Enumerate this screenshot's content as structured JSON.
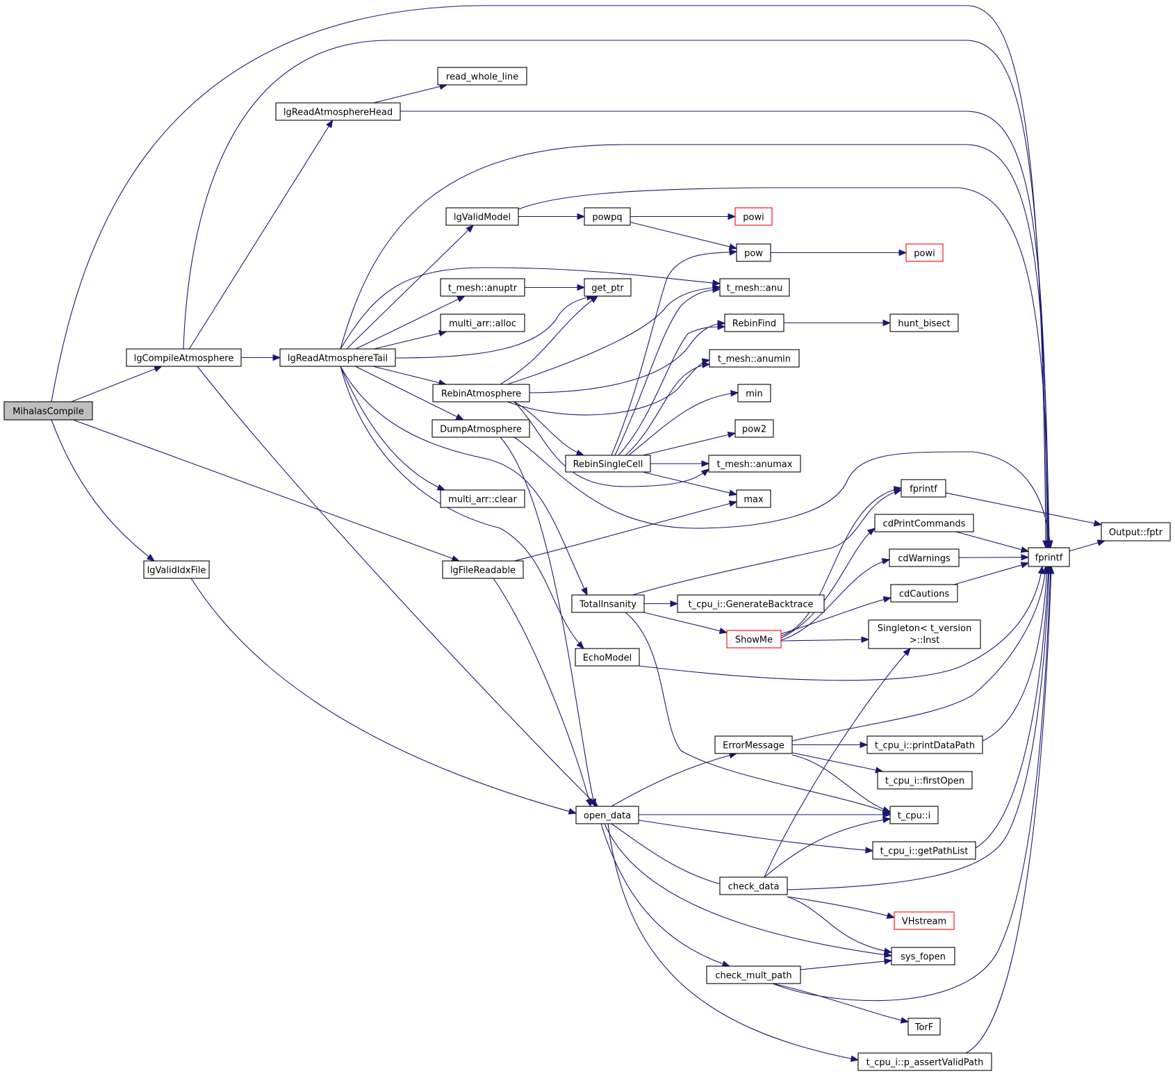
{
  "diagram": {
    "type": "call-graph",
    "root": "MihalasCompile",
    "colors": {
      "edge": "#191970",
      "root_fill": "#bfbfbf",
      "node_border": "#000000",
      "truncated_border": "#ff0000"
    },
    "nodes": [
      {
        "id": "MihalasCompile",
        "label": "MihalasCompile",
        "style": "root"
      },
      {
        "id": "lgCompileAtmosphere",
        "label": "lgCompileAtmosphere"
      },
      {
        "id": "lgReadAtmosphereHead",
        "label": "lgReadAtmosphereHead"
      },
      {
        "id": "read_whole_line",
        "label": "read_whole_line"
      },
      {
        "id": "lgReadAtmosphereTail",
        "label": "lgReadAtmosphereTail"
      },
      {
        "id": "lgValidModel",
        "label": "lgValidModel"
      },
      {
        "id": "powpq",
        "label": "powpq"
      },
      {
        "id": "powi1",
        "label": "powi",
        "style": "truncated"
      },
      {
        "id": "pow",
        "label": "pow"
      },
      {
        "id": "powi2",
        "label": "powi",
        "style": "truncated"
      },
      {
        "id": "anuptr",
        "label": "t_mesh::anuptr"
      },
      {
        "id": "get_ptr",
        "label": "get_ptr"
      },
      {
        "id": "anu",
        "label": "t_mesh::anu"
      },
      {
        "id": "alloc",
        "label": "multi_arr::alloc"
      },
      {
        "id": "RebinFind",
        "label": "RebinFind"
      },
      {
        "id": "hunt_bisect",
        "label": "hunt_bisect"
      },
      {
        "id": "anumin",
        "label": "t_mesh::anumin"
      },
      {
        "id": "RebinAtmosphere",
        "label": "RebinAtmosphere"
      },
      {
        "id": "min",
        "label": "min"
      },
      {
        "id": "DumpAtmosphere",
        "label": "DumpAtmosphere"
      },
      {
        "id": "pow2",
        "label": "pow2"
      },
      {
        "id": "RebinSingleCell",
        "label": "RebinSingleCell"
      },
      {
        "id": "anumax",
        "label": "t_mesh::anumax"
      },
      {
        "id": "max",
        "label": "max"
      },
      {
        "id": "clear",
        "label": "multi_arr::clear"
      },
      {
        "id": "fprintf2",
        "label": "fprintf"
      },
      {
        "id": "cdPrintCommands",
        "label": "cdPrintCommands"
      },
      {
        "id": "cdWarnings",
        "label": "cdWarnings"
      },
      {
        "id": "fprintf",
        "label": "fprintf"
      },
      {
        "id": "fptr",
        "label": "Output::fptr"
      },
      {
        "id": "lgValidIdxFile",
        "label": "lgValidIdxFile"
      },
      {
        "id": "lgFileReadable",
        "label": "lgFileReadable"
      },
      {
        "id": "TotalInsanity",
        "label": "TotalInsanity"
      },
      {
        "id": "GenerateBacktrace",
        "label": "t_cpu_i::GenerateBacktrace"
      },
      {
        "id": "cdCautions",
        "label": "cdCautions"
      },
      {
        "id": "ShowMe",
        "label": "ShowMe",
        "style": "truncated"
      },
      {
        "id": "Singleton",
        "label": "Singleton< t_version",
        "label2": ">::Inst"
      },
      {
        "id": "EchoModel",
        "label": "EchoModel"
      },
      {
        "id": "ErrorMessage",
        "label": "ErrorMessage"
      },
      {
        "id": "printDataPath",
        "label": "t_cpu_i::printDataPath"
      },
      {
        "id": "firstOpen",
        "label": "t_cpu_i::firstOpen"
      },
      {
        "id": "open_data",
        "label": "open_data"
      },
      {
        "id": "t_cpu_i",
        "label": "t_cpu::i"
      },
      {
        "id": "getPathList",
        "label": "t_cpu_i::getPathList"
      },
      {
        "id": "check_data",
        "label": "check_data"
      },
      {
        "id": "VHstream",
        "label": "VHstream",
        "style": "truncated"
      },
      {
        "id": "sys_fopen",
        "label": "sys_fopen"
      },
      {
        "id": "check_mult_path",
        "label": "check_mult_path"
      },
      {
        "id": "TorF",
        "label": "TorF"
      },
      {
        "id": "p_assertValidPath",
        "label": "t_cpu_i::p_assertValidPath"
      }
    ],
    "edges": [
      [
        "MihalasCompile",
        "lgCompileAtmosphere"
      ],
      [
        "MihalasCompile",
        "fprintf"
      ],
      [
        "MihalasCompile",
        "lgFileReadable"
      ],
      [
        "MihalasCompile",
        "lgValidIdxFile"
      ],
      [
        "lgCompileAtmosphere",
        "lgReadAtmosphereHead"
      ],
      [
        "lgCompileAtmosphere",
        "lgReadAtmosphereTail"
      ],
      [
        "lgCompileAtmosphere",
        "fprintf"
      ],
      [
        "lgCompileAtmosphere",
        "open_data"
      ],
      [
        "lgReadAtmosphereHead",
        "read_whole_line"
      ],
      [
        "lgReadAtmosphereHead",
        "fprintf"
      ],
      [
        "lgReadAtmosphereTail",
        "lgValidModel"
      ],
      [
        "lgReadAtmosphereTail",
        "fprintf"
      ],
      [
        "lgReadAtmosphereTail",
        "anu"
      ],
      [
        "lgReadAtmosphereTail",
        "anuptr"
      ],
      [
        "lgReadAtmosphereTail",
        "get_ptr"
      ],
      [
        "lgReadAtmosphereTail",
        "alloc"
      ],
      [
        "lgReadAtmosphereTail",
        "RebinAtmosphere"
      ],
      [
        "lgReadAtmosphereTail",
        "DumpAtmosphere"
      ],
      [
        "lgReadAtmosphereTail",
        "clear"
      ],
      [
        "lgReadAtmosphereTail",
        "TotalInsanity"
      ],
      [
        "lgReadAtmosphereTail",
        "EchoModel"
      ],
      [
        "lgValidModel",
        "powpq"
      ],
      [
        "lgValidModel",
        "fprintf"
      ],
      [
        "powpq",
        "powi1"
      ],
      [
        "powpq",
        "pow"
      ],
      [
        "pow",
        "powi2"
      ],
      [
        "anuptr",
        "get_ptr"
      ],
      [
        "RebinAtmosphere",
        "get_ptr"
      ],
      [
        "RebinAtmosphere",
        "anu"
      ],
      [
        "RebinAtmosphere",
        "RebinFind"
      ],
      [
        "RebinAtmosphere",
        "anumin"
      ],
      [
        "RebinAtmosphere",
        "RebinSingleCell"
      ],
      [
        "RebinAtmosphere",
        "anumax"
      ],
      [
        "RebinFind",
        "hunt_bisect"
      ],
      [
        "RebinSingleCell",
        "pow"
      ],
      [
        "RebinSingleCell",
        "anu"
      ],
      [
        "RebinSingleCell",
        "RebinFind"
      ],
      [
        "RebinSingleCell",
        "anumin"
      ],
      [
        "RebinSingleCell",
        "min"
      ],
      [
        "RebinSingleCell",
        "pow2"
      ],
      [
        "RebinSingleCell",
        "anumax"
      ],
      [
        "RebinSingleCell",
        "max"
      ],
      [
        "DumpAtmosphere",
        "fprintf"
      ],
      [
        "DumpAtmosphere",
        "open_data"
      ],
      [
        "lgFileReadable",
        "max"
      ],
      [
        "lgFileReadable",
        "open_data"
      ],
      [
        "lgValidIdxFile",
        "open_data"
      ],
      [
        "fprintf2",
        "fptr"
      ],
      [
        "fprintf",
        "fptr"
      ],
      [
        "cdPrintCommands",
        "fprintf"
      ],
      [
        "cdWarnings",
        "fprintf"
      ],
      [
        "cdCautions",
        "fprintf"
      ],
      [
        "TotalInsanity",
        "fprintf2"
      ],
      [
        "TotalInsanity",
        "GenerateBacktrace"
      ],
      [
        "TotalInsanity",
        "ShowMe"
      ],
      [
        "TotalInsanity",
        "t_cpu_i"
      ],
      [
        "ShowMe",
        "fprintf2"
      ],
      [
        "ShowMe",
        "cdPrintCommands"
      ],
      [
        "ShowMe",
        "cdWarnings"
      ],
      [
        "ShowMe",
        "cdCautions"
      ],
      [
        "ShowMe",
        "Singleton"
      ],
      [
        "EchoModel",
        "fprintf"
      ],
      [
        "ErrorMessage",
        "fprintf"
      ],
      [
        "ErrorMessage",
        "printDataPath"
      ],
      [
        "ErrorMessage",
        "firstOpen"
      ],
      [
        "ErrorMessage",
        "t_cpu_i"
      ],
      [
        "printDataPath",
        "fprintf"
      ],
      [
        "open_data",
        "ErrorMessage"
      ],
      [
        "open_data",
        "t_cpu_i"
      ],
      [
        "open_data",
        "getPathList"
      ],
      [
        "open_data",
        "check_data"
      ],
      [
        "open_data",
        "sys_fopen"
      ],
      [
        "open_data",
        "check_mult_path"
      ],
      [
        "open_data",
        "p_assertValidPath"
      ],
      [
        "getPathList",
        "fprintf"
      ],
      [
        "check_data",
        "Singleton"
      ],
      [
        "check_data",
        "t_cpu_i"
      ],
      [
        "check_data",
        "fprintf"
      ],
      [
        "check_data",
        "VHstream"
      ],
      [
        "check_data",
        "sys_fopen"
      ],
      [
        "check_mult_path",
        "sys_fopen"
      ],
      [
        "check_mult_path",
        "fprintf"
      ],
      [
        "check_mult_path",
        "TorF"
      ],
      [
        "p_assertValidPath",
        "fprintf"
      ]
    ]
  }
}
